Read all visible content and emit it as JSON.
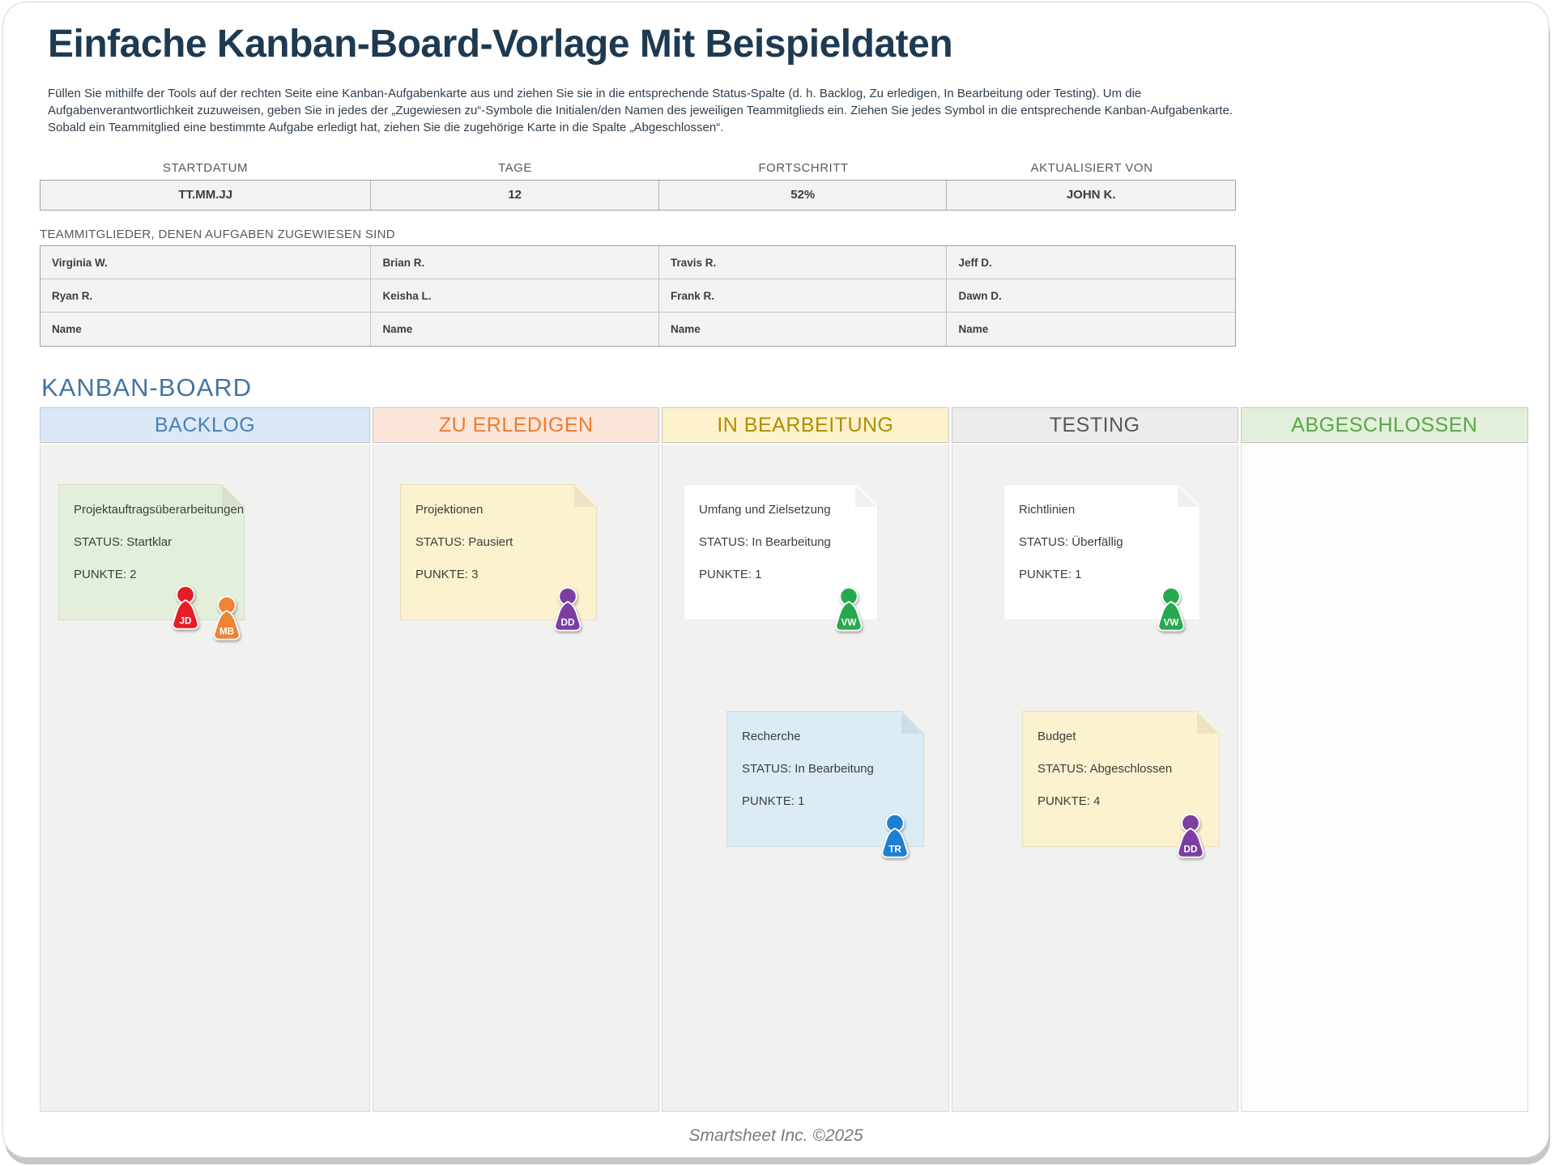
{
  "page": {
    "title": "Einfache Kanban-Board-Vorlage Mit Beispieldaten",
    "description": "Füllen Sie mithilfe der Tools auf der rechten Seite eine Kanban-Aufgabenkarte aus und ziehen Sie sie in die entsprechende Status-Spalte (d. h. Backlog, Zu erledigen, In Bearbeitung oder Testing). Um die Aufgabenverantwortlichkeit zuzuweisen, geben Sie in jedes der „Zugewiesen zu“-Symbole die Initialen/den Namen des jeweiligen Teammitglieds ein. Ziehen Sie jedes Symbol in die entsprechende Kanban-Aufgabenkarte. Sobald ein Teammitglied eine bestimmte Aufgabe erledigt hat, ziehen Sie die zugehörige Karte in die Spalte „Abgeschlossen“.",
    "footer": "Smartsheet Inc. ©2025"
  },
  "stats": {
    "columns": [
      {
        "label": "STARTDATUM",
        "value": "TT.MM.JJ"
      },
      {
        "label": "TAGE",
        "value": "12"
      },
      {
        "label": "FORTSCHRITT",
        "value": "52%"
      },
      {
        "label": "AKTUALISIERT VON",
        "value": "JOHN K."
      }
    ]
  },
  "team": {
    "label": "TEAMMITGLIEDER, DENEN AUFGABEN ZUGEWIESEN SIND",
    "rows": [
      [
        "Virginia W.",
        "Brian R.",
        "Travis R.",
        "Jeff D."
      ],
      [
        "Ryan R.",
        "Keisha L.",
        "Frank R.",
        "Dawn D."
      ],
      [
        "Name",
        "Name",
        "Name",
        "Name"
      ]
    ]
  },
  "board": {
    "title": "KANBAN-BOARD",
    "columns": [
      {
        "label": "BACKLOG",
        "header_bg": "#dbe8f5",
        "text_color": "#4a80b8"
      },
      {
        "label": "ZU ERLEDIGEN",
        "header_bg": "#fbe5d8",
        "text_color": "#ec7c31"
      },
      {
        "label": "IN BEARBEITUNG",
        "header_bg": "#fdf2cc",
        "text_color": "#b28d00"
      },
      {
        "label": "TESTING",
        "header_bg": "#ececec",
        "text_color": "#585858"
      },
      {
        "label": "ABGESCHLOSSEN",
        "header_bg": "#e2efda",
        "text_color": "#5ba648"
      }
    ],
    "cards": [
      {
        "title": "Projektauftragsüberarbeitungen",
        "status": "STATUS: Startklar",
        "points": "PUNKTE: 2",
        "bg": "#e3efda",
        "assignees": [
          {
            "initials": "JD",
            "color": "#e71c24"
          },
          {
            "initials": "MB",
            "color": "#f08233"
          }
        ]
      },
      {
        "title": "Projektionen",
        "status": "STATUS: Pausiert",
        "points": "PUNKTE: 3",
        "bg": "#fcf2cf",
        "assignees": [
          {
            "initials": "DD",
            "color": "#7b3fa1"
          }
        ]
      },
      {
        "title": "Umfang und Zielsetzung",
        "status": "STATUS: In Bearbeitung",
        "points": "PUNKTE: 1",
        "bg": "#ffffff",
        "assignees": [
          {
            "initials": "VW",
            "color": "#27a84d"
          }
        ]
      },
      {
        "title": "Recherche",
        "status": "STATUS: In Bearbeitung",
        "points": "PUNKTE: 1",
        "bg": "#dbecf5",
        "assignees": [
          {
            "initials": "TR",
            "color": "#1e7fd0"
          }
        ]
      },
      {
        "title": "Richtlinien",
        "status": "STATUS: Überfällig",
        "points": "PUNKTE: 1",
        "bg": "#ffffff",
        "assignees": [
          {
            "initials": "VW",
            "color": "#27a84d"
          }
        ]
      },
      {
        "title": "Budget",
        "status": "STATUS: Abgeschlossen",
        "points": "PUNKTE: 4",
        "bg": "#fcf2cf",
        "assignees": [
          {
            "initials": "DD",
            "color": "#7b3fa1"
          }
        ]
      }
    ]
  }
}
